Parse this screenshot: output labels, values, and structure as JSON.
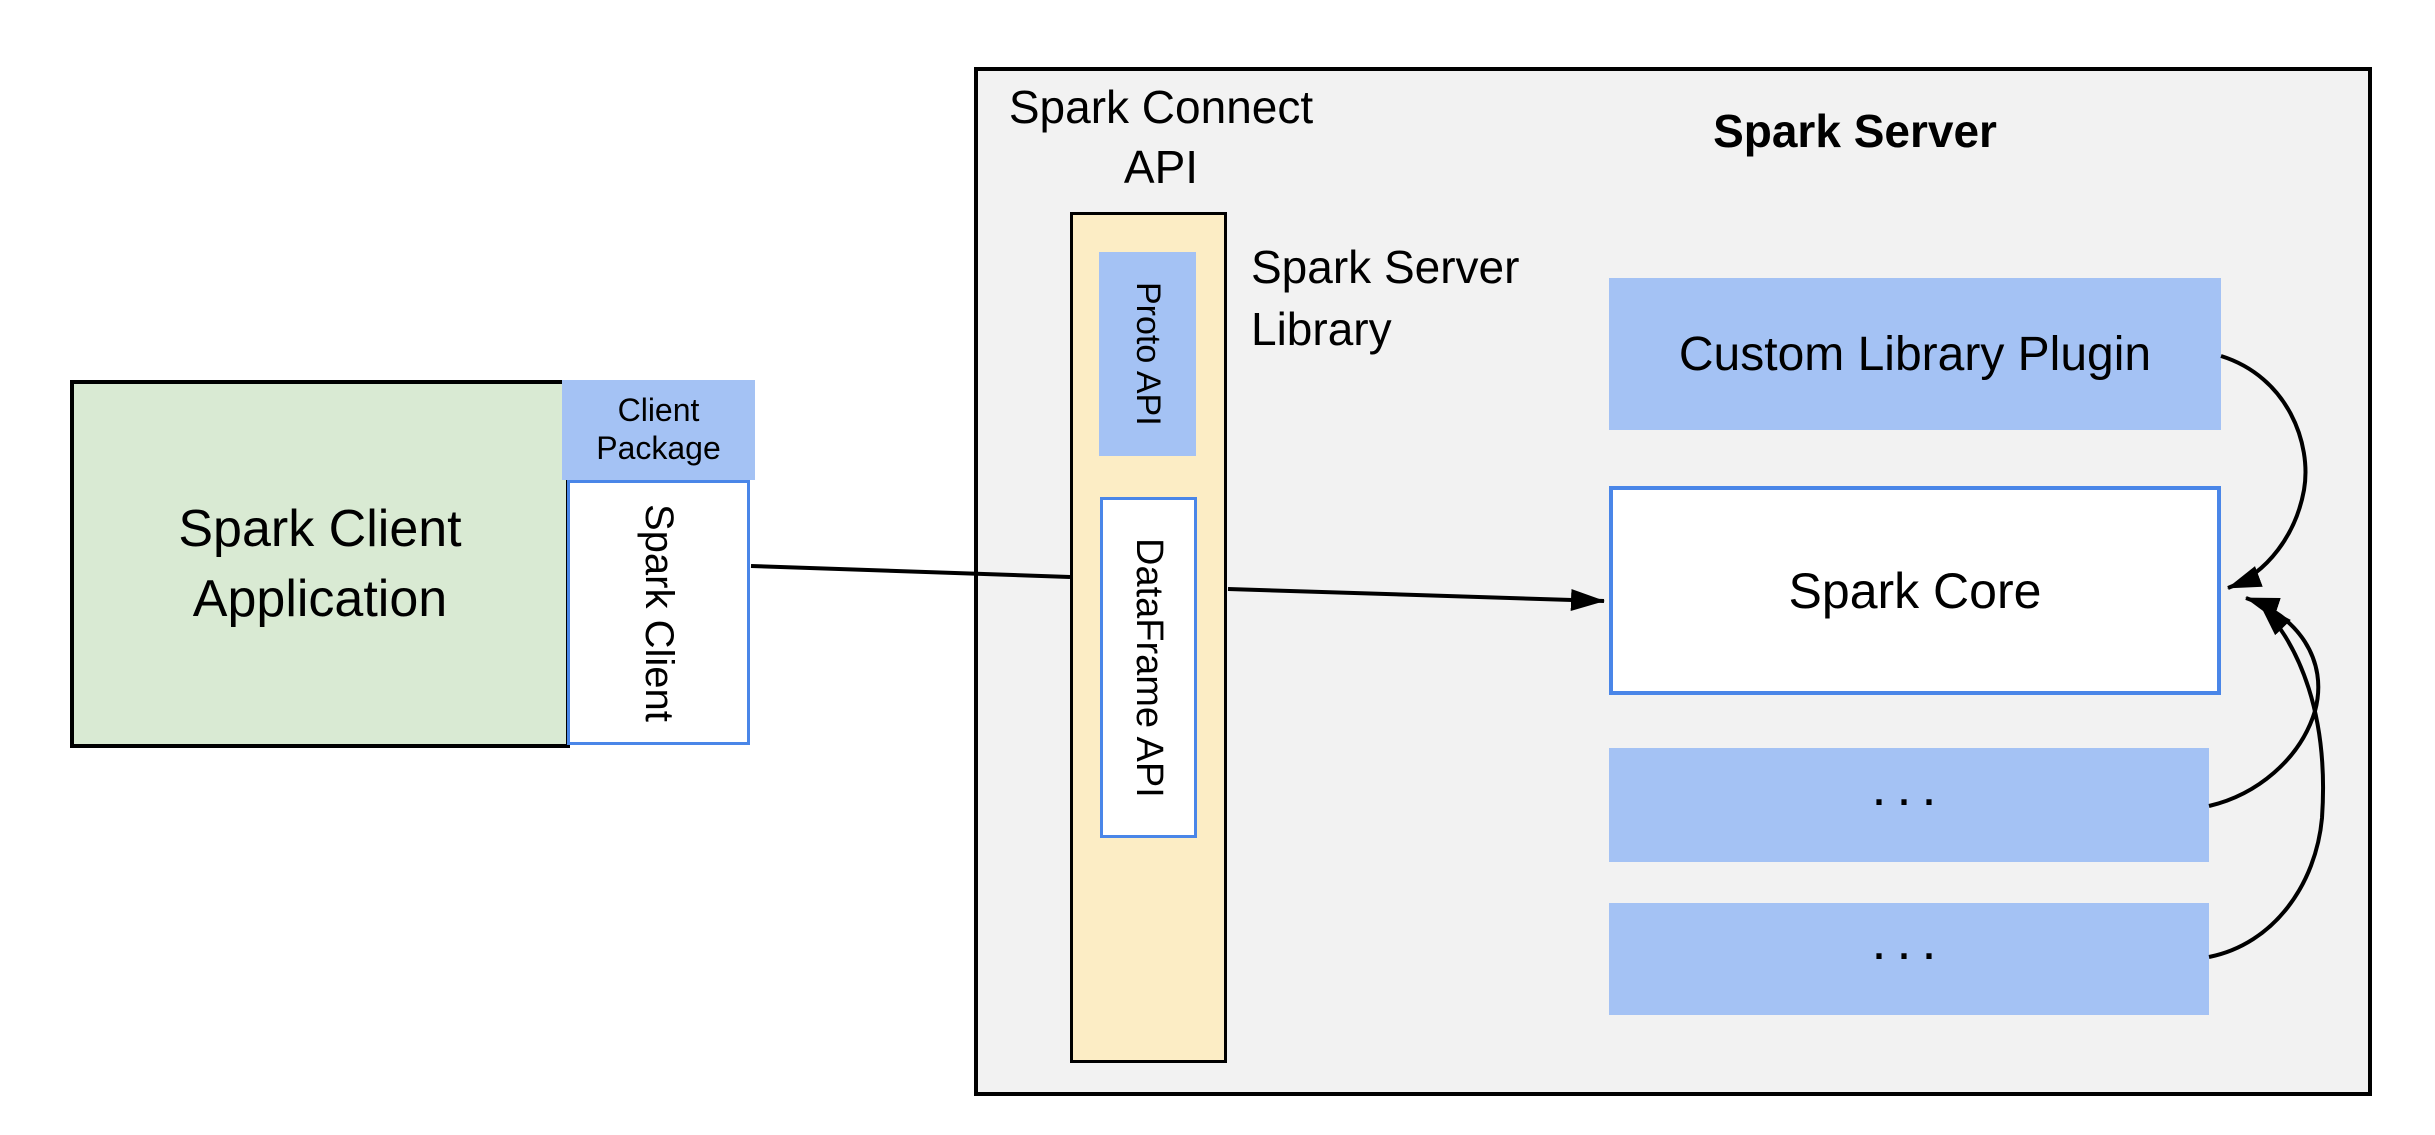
{
  "colors": {
    "canvas_bg": "#ffffff",
    "client_app_fill": "#d9ead3",
    "accent_blue_fill": "#a4c2f4",
    "connect_fill": "#fcedc5",
    "server_fill": "#f2f2f2",
    "box_blue_border": "#4a86e8",
    "line_black": "#000000"
  },
  "client": {
    "application_label": "Spark Client Application",
    "package_label": "Client Package",
    "spark_client_label": "Spark Client"
  },
  "connect": {
    "api_title": "Spark Connect API",
    "proto_api_label": "Proto API",
    "dataframe_api_label": "DataFrame API",
    "server_library_label": "Spark Server Library"
  },
  "server": {
    "title": "Spark Server",
    "custom_plugin_label": "Custom Library Plugin",
    "spark_core_label": "Spark Core",
    "more_components_1": "...",
    "more_components_2": "..."
  }
}
